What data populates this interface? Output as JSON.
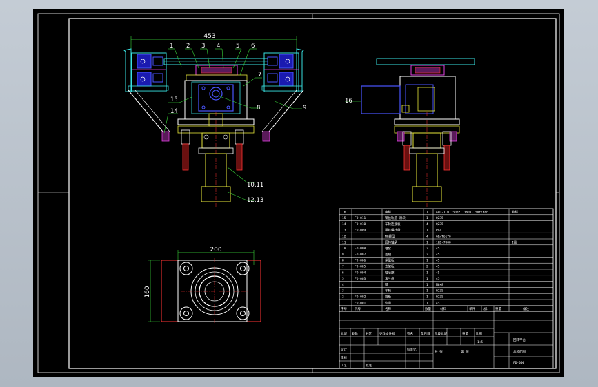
{
  "colors": {
    "background": "#000000",
    "frame": "#ffffff",
    "cyan": "#38e0e0",
    "blue": "#4a55ff",
    "yellow": "#e6e63a",
    "magenta": "#e040e0",
    "red": "#ff3333",
    "green": "#3ad83a",
    "brown": "#b07a30"
  },
  "dimensions": {
    "front_width": "453",
    "plan_width": "200",
    "plan_height": "160"
  },
  "balloons": {
    "b1": "1",
    "b2": "2",
    "b3": "3",
    "b4": "4",
    "b5": "5",
    "b6": "6",
    "b7": "7",
    "b8": "8",
    "b9": "9",
    "b14": "14",
    "b15": "15",
    "b16": "16",
    "b10_11": "10,11",
    "b12_13": "12,13"
  },
  "bom_rows": [
    {
      "no": "16",
      "code": "",
      "name": "电机",
      "qty": "1",
      "material": "ACD-1.0, 50Hz, 380V, 50r/min",
      "note": "非标"
    },
    {
      "no": "15",
      "code": "FD-011",
      "name": "钢丝轨道 滑块",
      "qty": "1",
      "material": "Q235",
      "note": ""
    },
    {
      "no": "14",
      "code": "FD-010",
      "name": "车轮连接板",
      "qty": "4",
      "material": "Q235",
      "note": ""
    },
    {
      "no": "13",
      "code": "FD-009",
      "name": "钢丝绳托盘",
      "qty": "1",
      "material": "PVA",
      "note": ""
    },
    {
      "no": "12",
      "code": "",
      "name": "M8螺母",
      "qty": "4",
      "material": "GB/T6170",
      "note": ""
    },
    {
      "no": "11",
      "code": "",
      "name": "回转轴承",
      "qty": "1",
      "material": "1LB-7000",
      "note": "I级"
    },
    {
      "no": "10",
      "code": "FD-008",
      "name": "轴套",
      "qty": "2",
      "material": "45",
      "note": ""
    },
    {
      "no": "9",
      "code": "FD-007",
      "name": "连轴",
      "qty": "2",
      "material": "45",
      "note": ""
    },
    {
      "no": "8",
      "code": "FD-006",
      "name": "承载板",
      "qty": "1",
      "material": "45",
      "note": ""
    },
    {
      "no": "7",
      "code": "FD-005",
      "name": "支架板",
      "qty": "2",
      "material": "45",
      "note": ""
    },
    {
      "no": "6",
      "code": "FD-004",
      "name": "轴承座",
      "qty": "1",
      "material": "45",
      "note": ""
    },
    {
      "no": "5",
      "code": "FD-003",
      "name": "法兰盘",
      "qty": "1",
      "material": "45",
      "note": ""
    },
    {
      "no": "4",
      "code": "",
      "name": "键",
      "qty": "1",
      "material": "M6×8",
      "note": ""
    },
    {
      "no": "3",
      "code": "",
      "name": "车轮",
      "qty": "1",
      "material": "Q235",
      "note": ""
    },
    {
      "no": "2",
      "code": "FD-002",
      "name": "挡板",
      "qty": "1",
      "material": "Q235",
      "note": ""
    },
    {
      "no": "1",
      "code": "FD-001",
      "name": "轨道",
      "qty": "1",
      "material": "45",
      "note": ""
    }
  ],
  "bom_header": {
    "no": "序号",
    "code": "代号",
    "name": "名称",
    "qty": "数量",
    "material": "材料",
    "single": "单件",
    "total": "总计",
    "weight": "重量",
    "note": "备注"
  },
  "title_block": {
    "r1": [
      "标记",
      "处数",
      "分区",
      "更改文件号",
      "签名",
      "年月日"
    ],
    "design": "设计",
    "standard": "标准化",
    "review": "审核",
    "process": "工艺",
    "approve": "批准",
    "stage": "阶段标记",
    "weight": "重量",
    "scale": "比例",
    "scale_val": "1:5",
    "sheet_total": "共 张",
    "sheet_no": "第 张",
    "title": "回转平台",
    "drawing": "总装配图",
    "code": "FD-000"
  }
}
